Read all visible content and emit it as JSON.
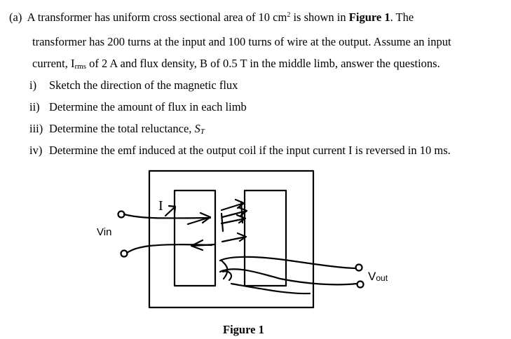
{
  "question": {
    "part_label": "(a)",
    "line1_a": "A transformer has uniform cross sectional area of 10 cm",
    "line1_sup": "2",
    "line1_b": " is shown in ",
    "line1_fig": "Figure 1",
    "line1_c": ". The",
    "line2": "transformer has 200 turns at the input and 100 turns of wire at the output. Assume an input",
    "line3_a": "current, I",
    "line3_sub": "rms",
    "line3_b": " of 2 A and flux density, B of 0.5 T in the middle limb, answer the questions.",
    "items": [
      {
        "num": "i)",
        "text": "Sketch the direction of the magnetic flux"
      },
      {
        "num": "ii)",
        "text": "Determine the amount of flux in each limb"
      },
      {
        "num": "iii)",
        "text": "Determine the total reluctance, ",
        "sym": "S",
        "sym_sub": "T"
      },
      {
        "num": "iv)",
        "text": "Determine the emf induced at the output coil if the input current I is reversed in 10 ms."
      }
    ]
  },
  "figure": {
    "vin_label": "Vin",
    "vout_label_main": "V",
    "vout_label_sub": "out",
    "current_label": "I",
    "caption": "Figure 1"
  }
}
